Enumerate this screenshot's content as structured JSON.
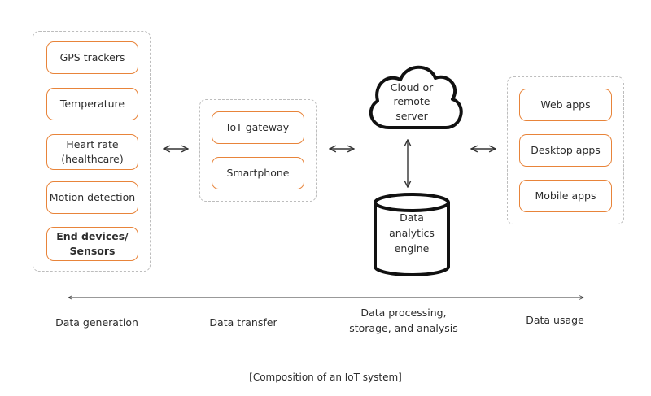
{
  "diagram": {
    "device_group": {
      "items": [
        "GPS trackers",
        "Temperature",
        "Heart rate\n(healthcare)",
        "Motion detection"
      ],
      "summary": "End devices/\nSensors"
    },
    "transfer_group": {
      "items": [
        "IoT gateway",
        "Smartphone"
      ]
    },
    "cloud": {
      "label": "Cloud or\nremote\nserver"
    },
    "analytics": {
      "label": "Data\nanalytics\nengine"
    },
    "apps_group": {
      "items": [
        "Web apps",
        "Desktop apps",
        "Mobile apps"
      ]
    },
    "stages": [
      "Data generation",
      "Data transfer",
      "Data processing,\nstorage, and analysis",
      "Data usage"
    ],
    "caption": "[Composition of an IoT system]"
  },
  "colors": {
    "accent": "#e8843a",
    "dashed_border": "#bdbdbd",
    "text": "#2d2d2d"
  }
}
